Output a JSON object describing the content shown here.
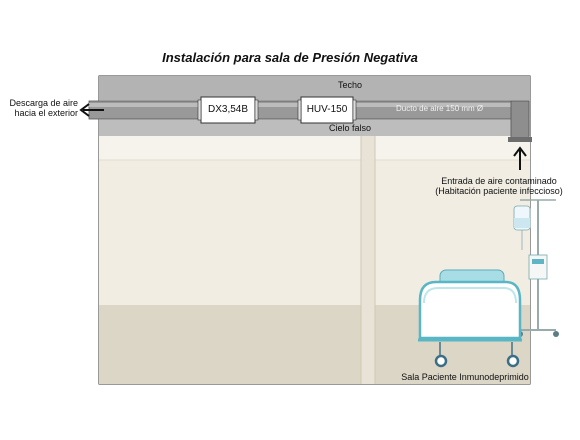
{
  "title": "Instalación para sala de Presión Negativa",
  "labels": {
    "techo": "Techo",
    "cielo_falso": "Cielo falso",
    "ducto": "Ducto de aire 150 mm Ø",
    "descarga_line1": "Descarga de aire",
    "descarga_line2": "hacia el exterior",
    "entrada_line1": "Entrada de aire contaminado",
    "entrada_line2": "(Habitación paciente infeccioso)",
    "sala": "Sala Paciente Inmunodeprimido"
  },
  "components": {
    "unit1": "DX3,54B",
    "unit2": "HUV-150"
  },
  "colors": {
    "ceiling": "#b3b3b3",
    "duct": "#9a9a9a",
    "wall": "#f1ede3",
    "floor": "#dcd6c6",
    "bed_accent": "#59b6c4"
  }
}
